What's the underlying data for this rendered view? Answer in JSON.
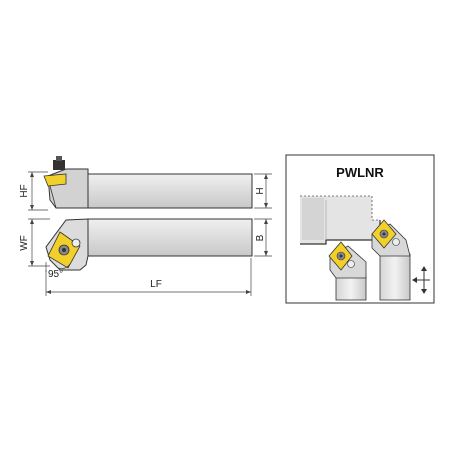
{
  "diagram": {
    "dimension_labels": {
      "hf": "HF",
      "wf": "WF",
      "h": "H",
      "b": "B",
      "lf": "LF",
      "angle": "95°"
    },
    "inset": {
      "title": "PWLNR"
    },
    "colors": {
      "insert": "#f2d02a",
      "body_light": "#e6e6e6",
      "body_dark": "#c4c4c4",
      "outline": "#333333",
      "dim_line": "#444444"
    },
    "icons": {
      "feed_direction": "feed-direction-arrows-icon"
    }
  }
}
